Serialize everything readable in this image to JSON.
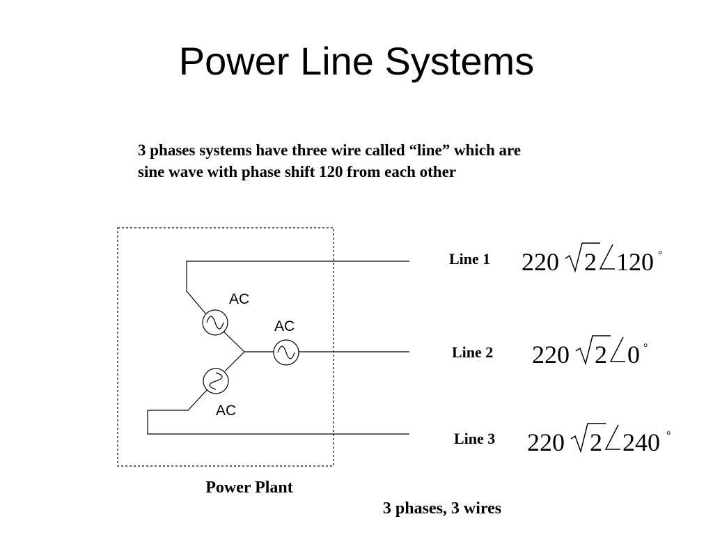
{
  "title": "Power Line Systems",
  "intro": {
    "line1": "3 phases systems have three wire called “line” which are",
    "line2": "sine wave with phase shift 120 from each other"
  },
  "sources": {
    "ac_top": "AC",
    "ac_right": "AC",
    "ac_bottom": "AC"
  },
  "lines": [
    {
      "label": "Line 1",
      "magnitude": "220",
      "root": "2",
      "angle": "120",
      "degree": "°"
    },
    {
      "label": "Line 2",
      "magnitude": "220",
      "root": "2",
      "angle": "0",
      "degree": "°"
    },
    {
      "label": "Line 3",
      "magnitude": "220",
      "root": "2",
      "angle": "240",
      "degree": "°"
    }
  ],
  "captions": {
    "plant": "Power Plant",
    "summary": "3 phases, 3 wires"
  },
  "icons": [
    "ac-source-icon",
    "sqrt-symbol-icon",
    "angle-symbol-icon"
  ]
}
